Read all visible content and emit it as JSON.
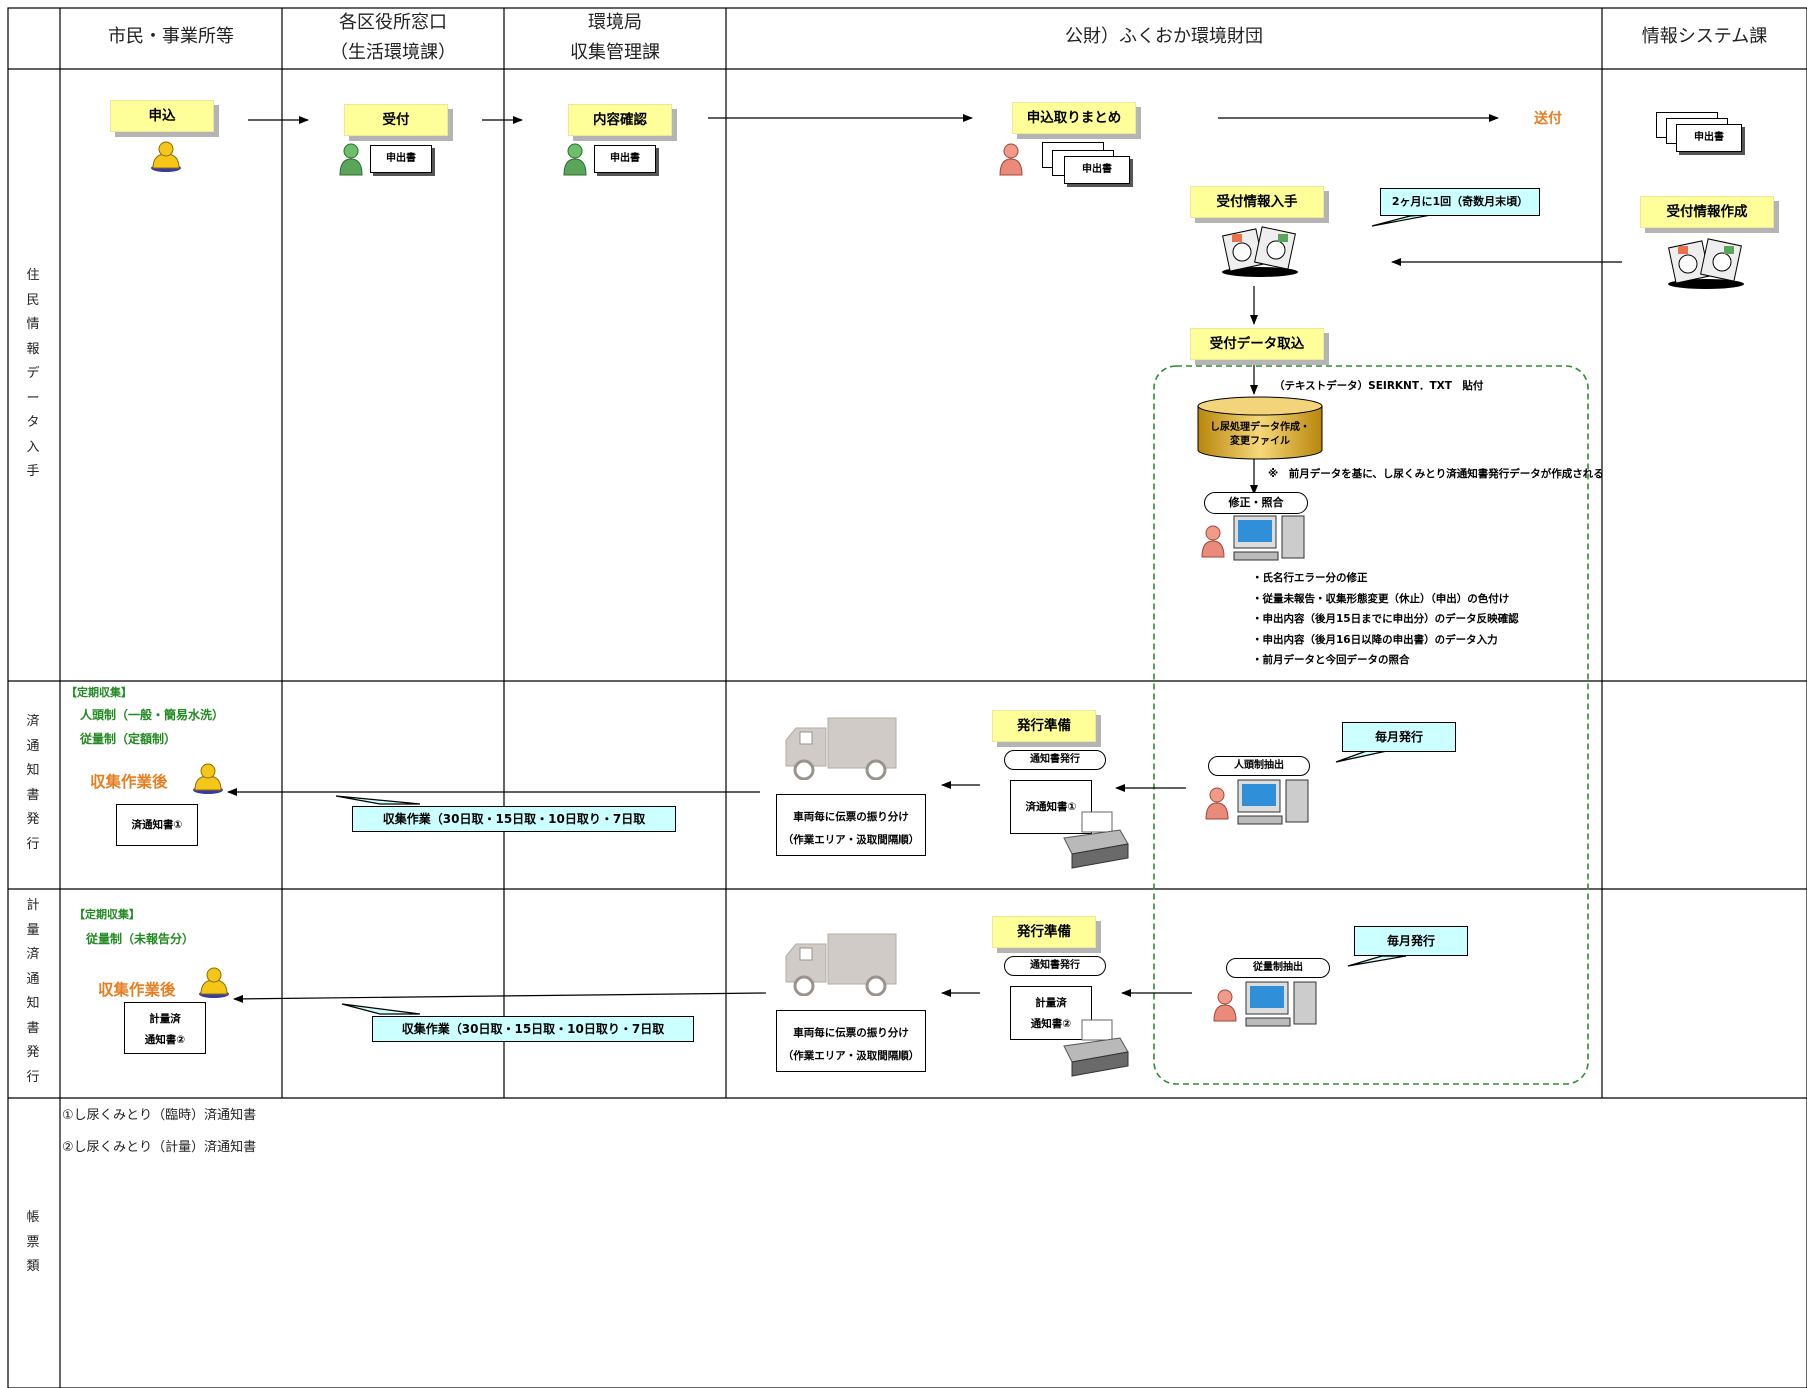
{
  "columns": {
    "c1": "市民・事業所等",
    "c2_line1": "各区役所窓口",
    "c2_line2": "（生活環境課）",
    "c3_line1": "環境局",
    "c3_line2": "収集管理課",
    "c4": "公財）ふくおか環境財団",
    "c5": "情報システム課"
  },
  "rows": {
    "r1": [
      "住",
      "民",
      "情",
      "報",
      "デ",
      "ー",
      "タ",
      "入",
      "手"
    ],
    "r2": [
      "済",
      "通",
      "知",
      "書",
      "発",
      "行"
    ],
    "r3": [
      "計",
      "量",
      "済",
      "通",
      "知",
      "書",
      "発",
      "行"
    ],
    "r4": [
      "帳",
      "票",
      "類"
    ]
  },
  "flow1": {
    "apply": "申込",
    "accept": "受付",
    "confirm": "内容確認",
    "compile": "申込取りまとめ",
    "send": "送付",
    "doc": "申出書",
    "receive_info": "受付情報入手",
    "create_info": "受付情報作成",
    "every_two_months": "2ヶ月に1回（奇数月末頃）",
    "import_data": "受付データ取込",
    "text_data": "（テキストデータ）SEIRKNT．TXT　貼付",
    "db_line1": "し尿処理データ作成・",
    "db_line2": "変更ファイル",
    "note_prev": "※　前月データを基に、し尿くみとり済通知書発行データが作成される",
    "fix_check": "修正・照合",
    "bullets": [
      "・氏名行エラー分の修正",
      "・従量未報告・収集形態変更（休止）（申出）の色付け",
      "・申出内容（後月15日までに申出分）のデータ反映確認",
      "・申出内容（後月16日以降の申出書）のデータ入力",
      "・前月データと今回データの照合"
    ]
  },
  "flow2": {
    "tag": "【定期収集】",
    "line1": "人頭制（一般・簡易水洗）",
    "line2": "従量制（定額制）",
    "after": "収集作業後",
    "notice": "済通知書①",
    "collect": "収集作業（30日取・15日取・10日取り・7日取",
    "truck_line1": "車両毎に伝票の振り分け",
    "truck_line2": "（作業エリア・汲取間隔順）",
    "prep": "発行準備",
    "issue": "通知書発行",
    "printed": "済通知書①",
    "monthly": "毎月発行",
    "extract": "人頭制抽出"
  },
  "flow3": {
    "tag": "【定期収集】",
    "line1": "従量制（未報告分）",
    "after": "収集作業後",
    "notice_line1": "計量済",
    "notice_line2": "通知書②",
    "collect": "収集作業（30日取・15日取・10日取り・7日取",
    "truck_line1": "車両毎に伝票の振り分け",
    "truck_line2": "（作業エリア・汲取間隔順）",
    "prep": "発行準備",
    "issue": "通知書発行",
    "printed_line1": "計量済",
    "printed_line2": "通知書②",
    "monthly": "毎月発行",
    "extract": "従量制抽出"
  },
  "footer": {
    "f1": "①し尿くみとり（臨時）済通知書",
    "f2": "②し尿くみとり（計量）済通知書"
  },
  "colors": {
    "yellow": "#ffff99",
    "cyan": "#ccffff",
    "green_text": "#218a21",
    "orange_text": "#e67e22",
    "dashed_border": "#2e8b2e"
  }
}
